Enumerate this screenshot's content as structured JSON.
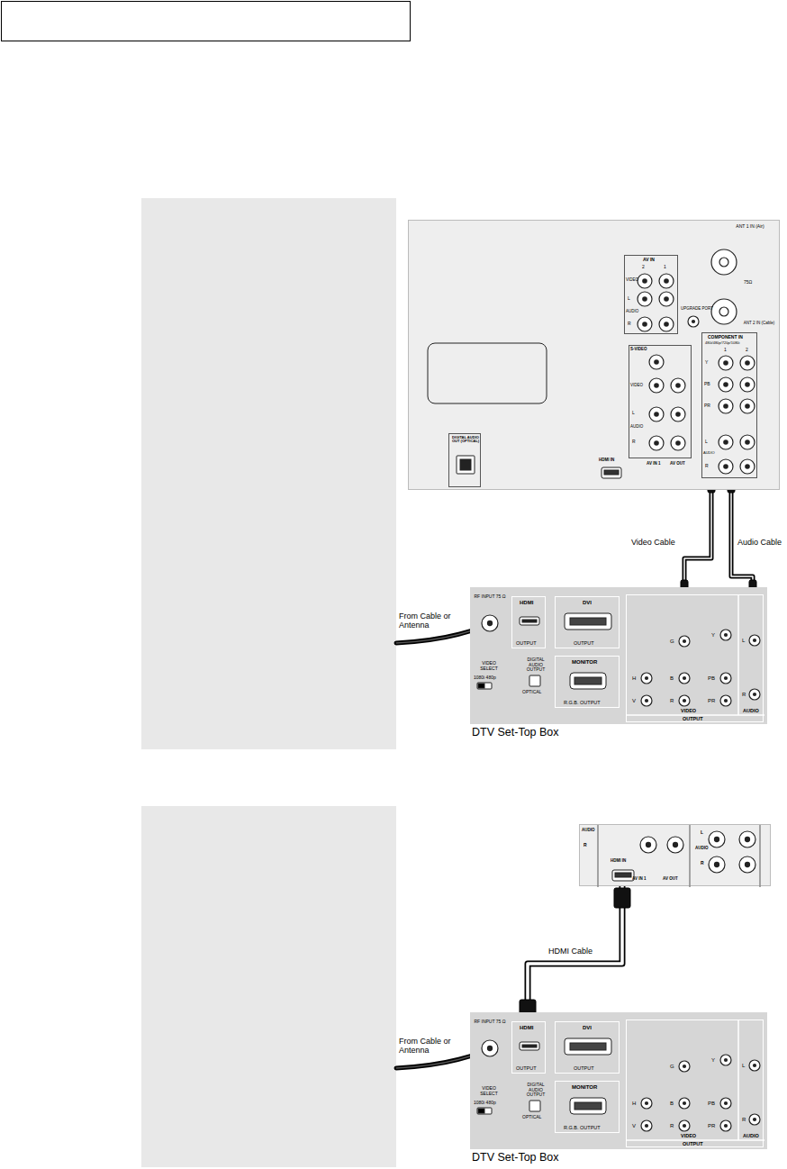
{
  "diagram": {
    "nodes": [
      {
        "text": [
          "UPGRADE PORT",
          "HDMI IN",
          "AV IN 1",
          "AV OUT",
          "ANT 1 IN (Air)",
          "75Ω",
          "ANT 2 IN (Cable)"
        ]
      },
      {
        "text": [
          "AV IN",
          "2",
          "1",
          "VIDEO",
          "L",
          "AUDIO",
          "R"
        ],
        "in": 0
      },
      {
        "text": [
          "COMPONENT IN",
          "480i/480p/720p/1080i",
          "1",
          "2",
          "Y",
          "PB",
          "PR",
          "L",
          "AUDIO",
          "R"
        ],
        "in": 0
      },
      {
        "text": [
          "S-VIDEO",
          "VIDEO",
          "L",
          "AUDIO",
          "R"
        ],
        "in": 0
      },
      {
        "text": [
          "DIGITAL AUDIO OUT (OPTICAL)"
        ],
        "in": 0
      },
      {
        "text": [
          "DTV Set-Top Box",
          "RF INPUT 75 Ω",
          "VIDEO SELECT",
          "1080i 480p",
          "DIGITAL AUDIO OUTPUT",
          "OPTICAL"
        ]
      },
      {
        "text": [
          "HDMI",
          "OUTPUT"
        ],
        "in": 5
      },
      {
        "text": [
          "DVI",
          "OUTPUT"
        ],
        "in": 5
      },
      {
        "text": [
          "MONITOR",
          "R.G.B. OUTPUT"
        ],
        "in": 5
      },
      {
        "text": [
          "G",
          "Y",
          "H",
          "B",
          "PB",
          "V",
          "R",
          "PR",
          "L",
          "R",
          "VIDEO",
          "AUDIO",
          "OUTPUT"
        ],
        "in": 5
      },
      {
        "text": [
          "AUDIO",
          "R",
          "AV IN 1",
          "AV OUT",
          "L",
          "AUDIO",
          "R",
          "HDMI IN"
        ]
      },
      {
        "text": [
          "DTV Set-Top Box",
          "RF INPUT 75 Ω",
          "VIDEO SELECT",
          "1080i 480p",
          "DIGITAL AUDIO OUTPUT",
          "OPTICAL"
        ]
      },
      {
        "text": [
          "HDMI",
          "OUTPUT"
        ],
        "in": 11
      },
      {
        "text": [
          "DVI",
          "OUTPUT"
        ],
        "in": 11
      },
      {
        "text": [
          "MONITOR",
          "R.G.B. OUTPUT"
        ],
        "in": 11
      },
      {
        "text": [
          "G",
          "Y",
          "H",
          "B",
          "PB",
          "V",
          "R",
          "PR",
          "L",
          "R",
          "VIDEO",
          "AUDIO",
          "OUTPUT"
        ],
        "in": 11
      }
    ],
    "edges": [
      {
        "from": 9,
        "to": 2,
        "label": "Video Cable",
        "arrow": "none"
      },
      {
        "from": 9,
        "to": 2,
        "label": "Audio Cable",
        "arrow": "none"
      },
      {
        "from": 12,
        "to": 10,
        "label": "HDMI Cable",
        "arrow": "none"
      }
    ],
    "labels": [
      "From Cable or Antenna",
      "From Cable or Antenna"
    ]
  }
}
